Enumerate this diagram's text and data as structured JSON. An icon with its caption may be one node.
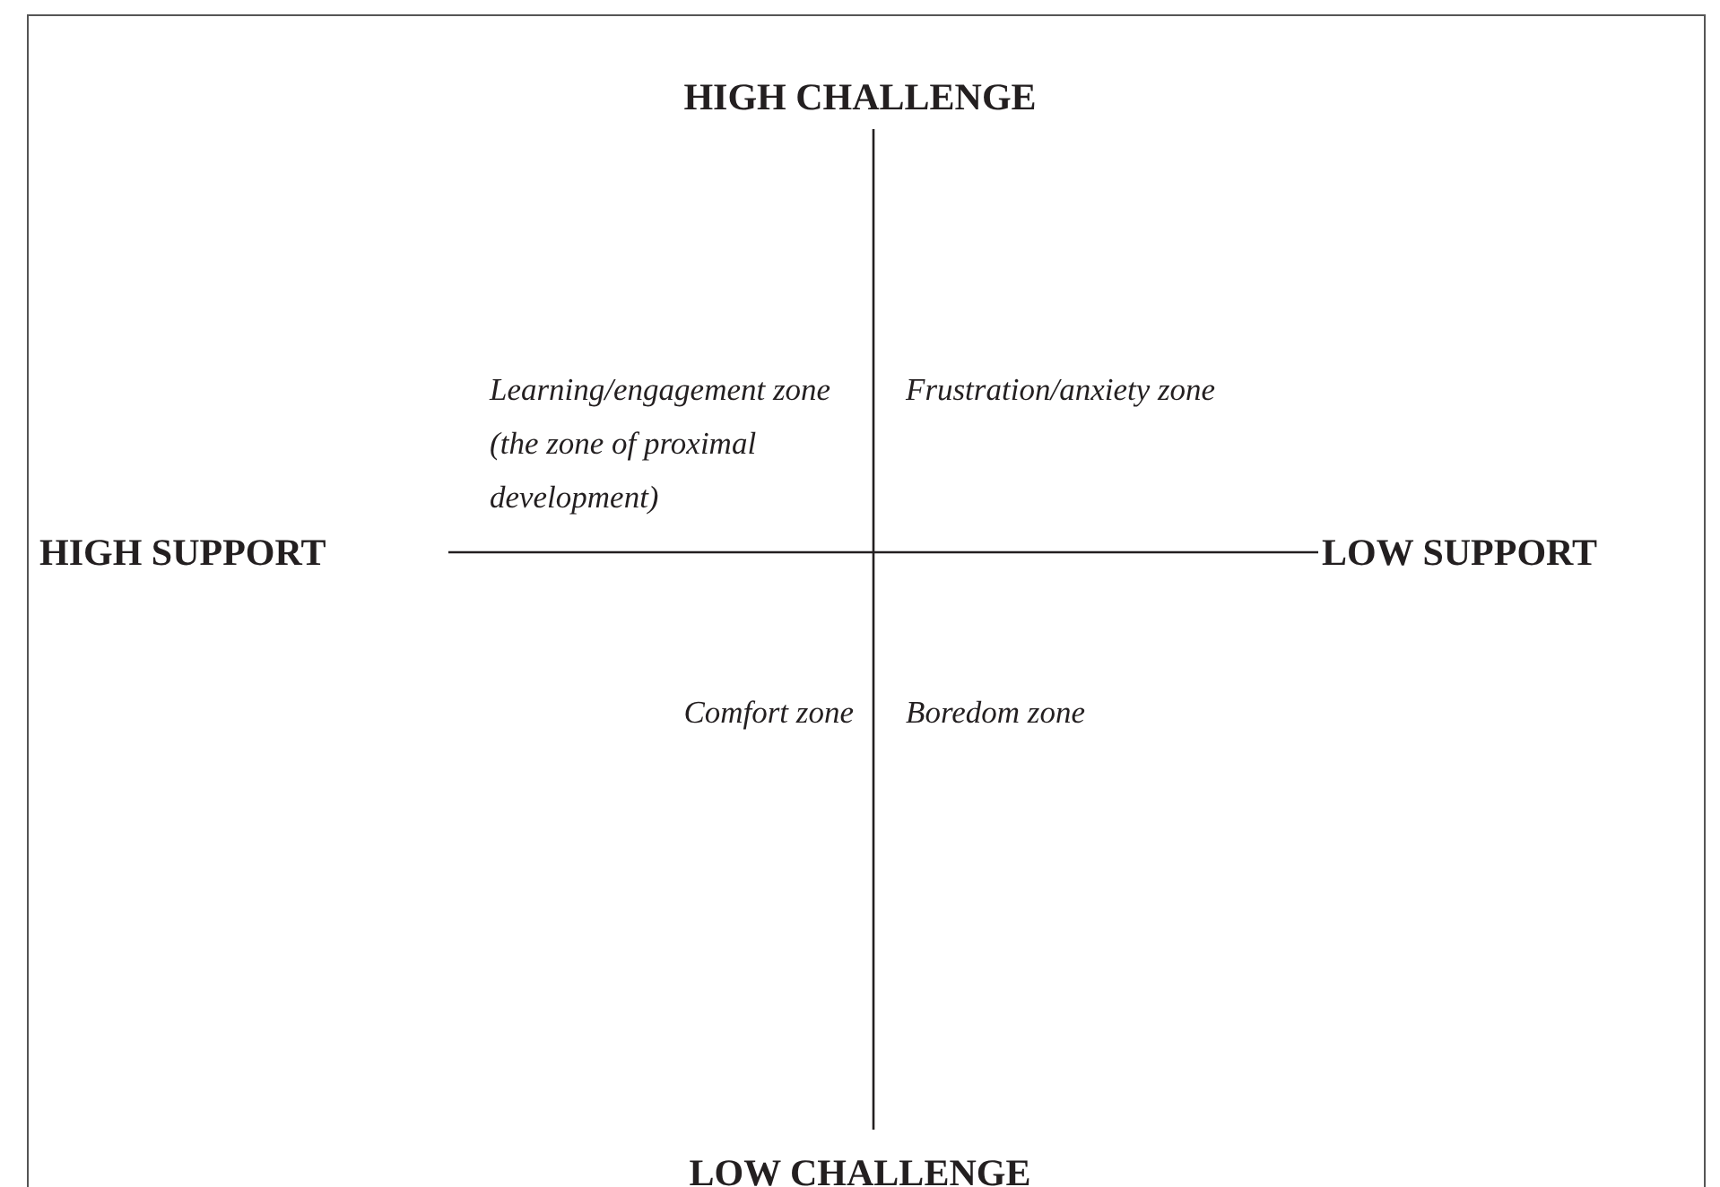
{
  "diagram": {
    "labels": [
      "HIGH CHALLENGE",
      "Learning/engagement zone (the zone of proximal development)",
      "Frustration/anxiety zone",
      "HIGH SUPPORT",
      "LOW SUPPORT",
      "Comfort zone",
      "Boredom zone",
      "LOW CHALLENGE"
    ]
  }
}
